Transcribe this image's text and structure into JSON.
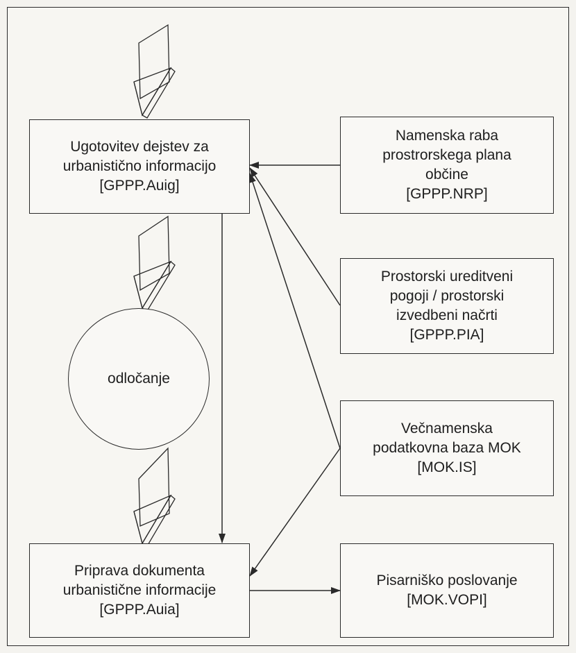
{
  "boxes": {
    "auig": {
      "lines": [
        "Ugotovitev dejstev za",
        "urbanistično informacijo",
        "[GPPP.Auig]"
      ]
    },
    "auia": {
      "lines": [
        "Priprava dokumenta",
        "urbanistične informacije",
        "[GPPP.Auia]"
      ]
    },
    "nrp": {
      "lines": [
        "Namenska raba",
        "prostrorskega plana",
        "občine",
        "[GPPP.NRP]"
      ]
    },
    "pia": {
      "lines": [
        "Prostorski ureditveni",
        "pogoji / prostorski",
        "izvedbeni načrti",
        "[GPPP.PIA]"
      ]
    },
    "is": {
      "lines": [
        "Večnamenska",
        "podatkovna baza MOK",
        "[MOK.IS]"
      ]
    },
    "vopi": {
      "lines": [
        "Pisarniško poslovanje",
        "[MOK.VOPI]"
      ]
    }
  },
  "decision": {
    "label": "odločanje"
  },
  "colors": {
    "line": "#2a2a2a",
    "background": "#f4f3ef"
  }
}
